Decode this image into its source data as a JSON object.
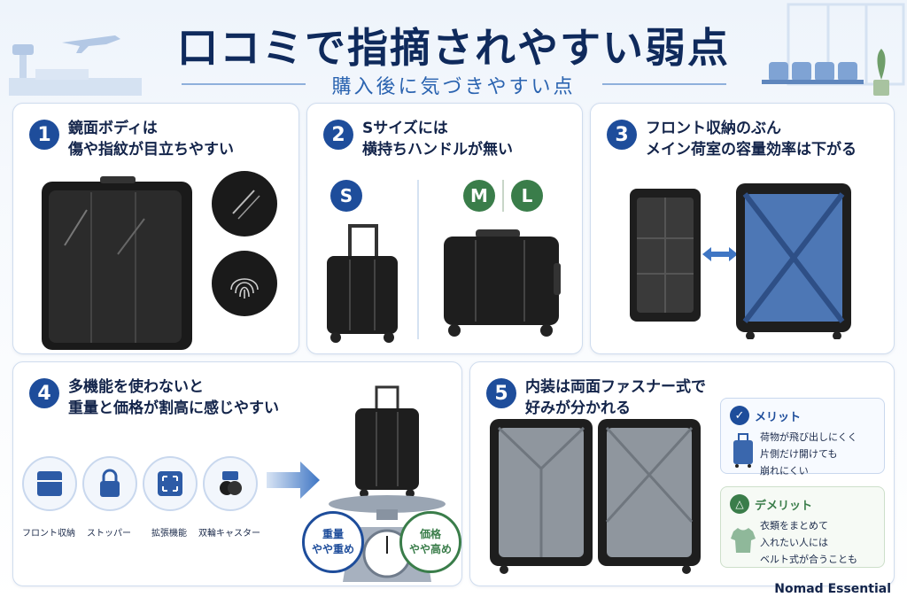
{
  "header": {
    "title": "口コミで指摘されやすい弱点",
    "subtitle": "購入後に気づきやすい点"
  },
  "cards": [
    {
      "number": "1",
      "title_lines": [
        "鏡面ボディは",
        "傷や指紋が目立ちやすい"
      ],
      "icons": [
        "scratch-icon",
        "fingerprint-icon"
      ]
    },
    {
      "number": "2",
      "title_lines": [
        "Sサイズには",
        "横持ちハンドルが無い"
      ],
      "sizes": [
        "S",
        "M",
        "L"
      ]
    },
    {
      "number": "3",
      "title_lines": [
        "フロント収納のぶん",
        "メイン荷室の容量効率は下がる"
      ]
    },
    {
      "number": "4",
      "title_lines": [
        "多機能を使わないと",
        "重量と価格が割高に感じやすい"
      ],
      "features": [
        {
          "label": "フロント収納",
          "icon": "front-pocket-icon"
        },
        {
          "label": "ストッパー",
          "icon": "lock-icon"
        },
        {
          "label": "拡張機能",
          "icon": "expand-icon"
        },
        {
          "label": "双輪キャスター",
          "icon": "caster-icon"
        }
      ],
      "weight_tag": [
        "重量",
        "やや重め"
      ],
      "price_tag": [
        "価格",
        "やや高め"
      ]
    },
    {
      "number": "5",
      "title_lines": [
        "内装は両面ファスナー式で",
        "好みが分かれる"
      ],
      "merit": {
        "label": "メリット",
        "lines": [
          "荷物が飛び出しにくく",
          "片側だけ開けても",
          "崩れにくい"
        ]
      },
      "demerit": {
        "label": "デメリット",
        "lines": [
          "衣類をまとめて",
          "入れたい人には",
          "ベルト式が合うことも"
        ]
      }
    }
  ],
  "colors": {
    "navy": "#1e4d9b",
    "green": "#3a7d4a",
    "accent": "#2a63b0"
  },
  "brand": "Nomad Essential"
}
